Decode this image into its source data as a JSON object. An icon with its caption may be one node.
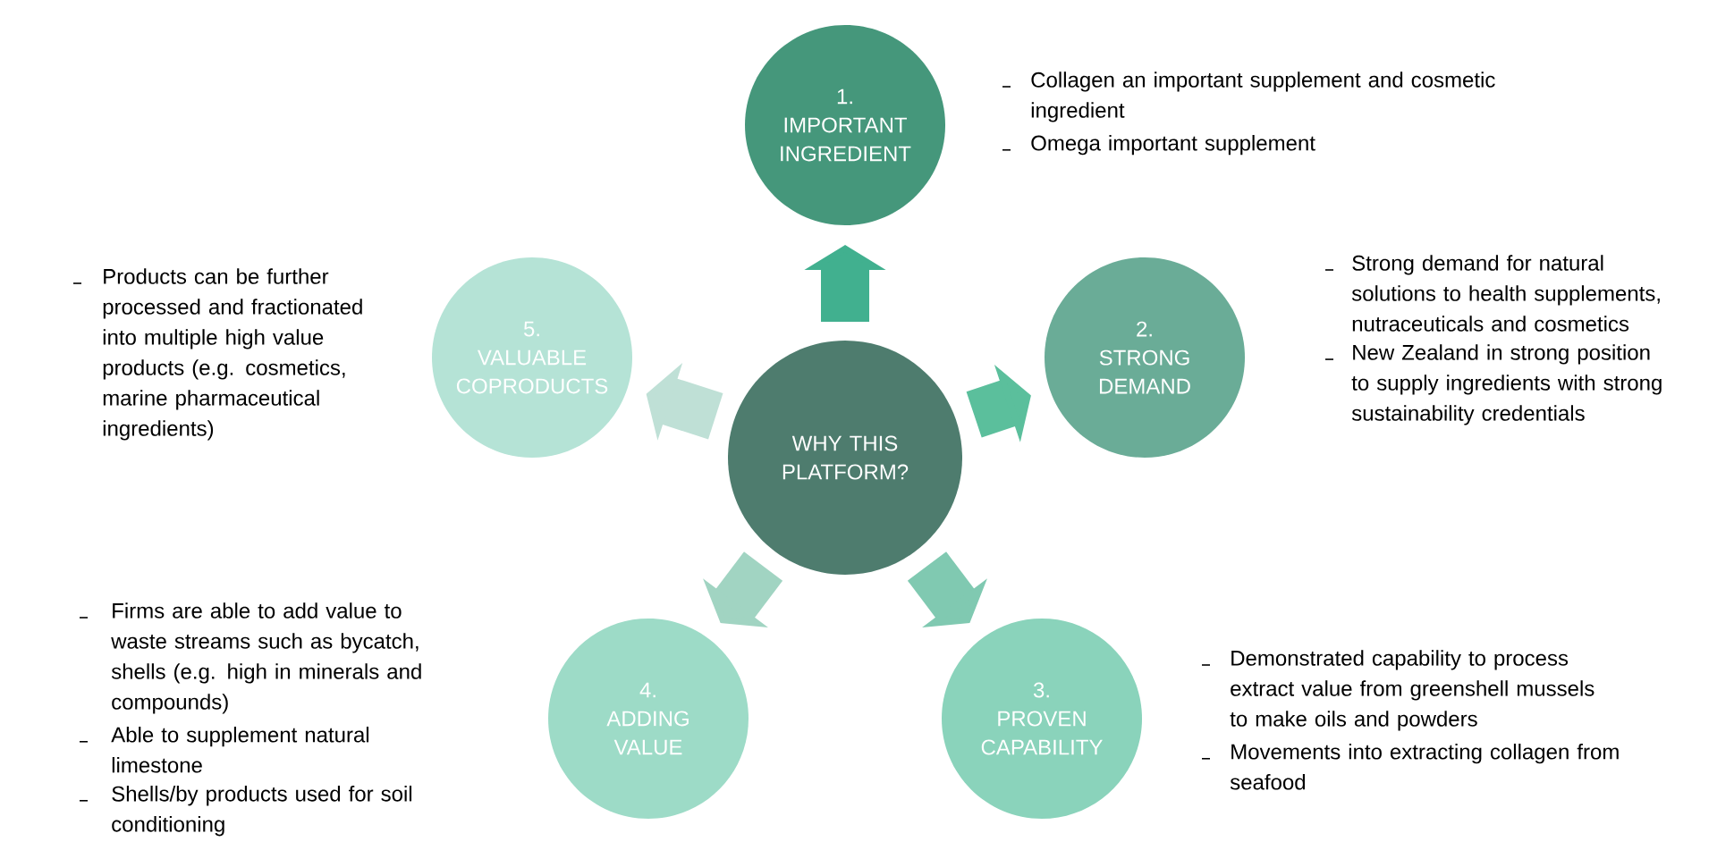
{
  "diagram": {
    "nodes": [
      {
        "text": [
          "1.",
          "IMPORTANT INGREDIENT"
        ],
        "beside": [
          "Collagen an important supplement and cosmetic ingredient",
          "Omega important supplement"
        ]
      },
      {
        "text": [
          "5.",
          "VALUABLE COPRODUCTS"
        ],
        "beside": [
          "Products can be further processed and fractionated into multiple high value products (e.g. cosmetics, marine pharmaceutical ingredients)"
        ]
      },
      {
        "text": [
          "2.",
          "STRONG DEMAND"
        ],
        "beside": [
          "Strong demand for natural solutions to health supplements, nutraceuticals and cosmetics",
          "New Zealand in strong position to supply ingredients with strong sustainability credentials"
        ]
      },
      {
        "text": [
          "WHY THIS PLATFORM?"
        ]
      },
      {
        "text": [
          "4.",
          "ADDING VALUE"
        ],
        "beside": [
          "Firms are able to add value to waste streams such as bycatch, shells (e.g. high in minerals and compounds)",
          "Able to supplement natural limestone",
          "Shells/by products used for soil conditioning"
        ]
      },
      {
        "text": [
          "3.",
          "PROVEN CAPABILITY"
        ],
        "beside": [
          "Demonstrated capability to process extract value from greenshell mussels to make oils and powders",
          "Movements into extracting collagen from seafood"
        ]
      }
    ],
    "edges": [
      {
        "from": 3,
        "to": 0,
        "arrow": "to",
        "color": "#41b08f"
      },
      {
        "from": 3,
        "to": 2,
        "arrow": "to",
        "color": "#5bbf9c"
      },
      {
        "from": 3,
        "to": 5,
        "arrow": "to",
        "color": "#80c9b1"
      },
      {
        "from": 3,
        "to": 4,
        "arrow": "to",
        "color": "#a1d4c2"
      },
      {
        "from": 3,
        "to": 1,
        "arrow": "to",
        "color": "#bfe0d6"
      }
    ]
  }
}
